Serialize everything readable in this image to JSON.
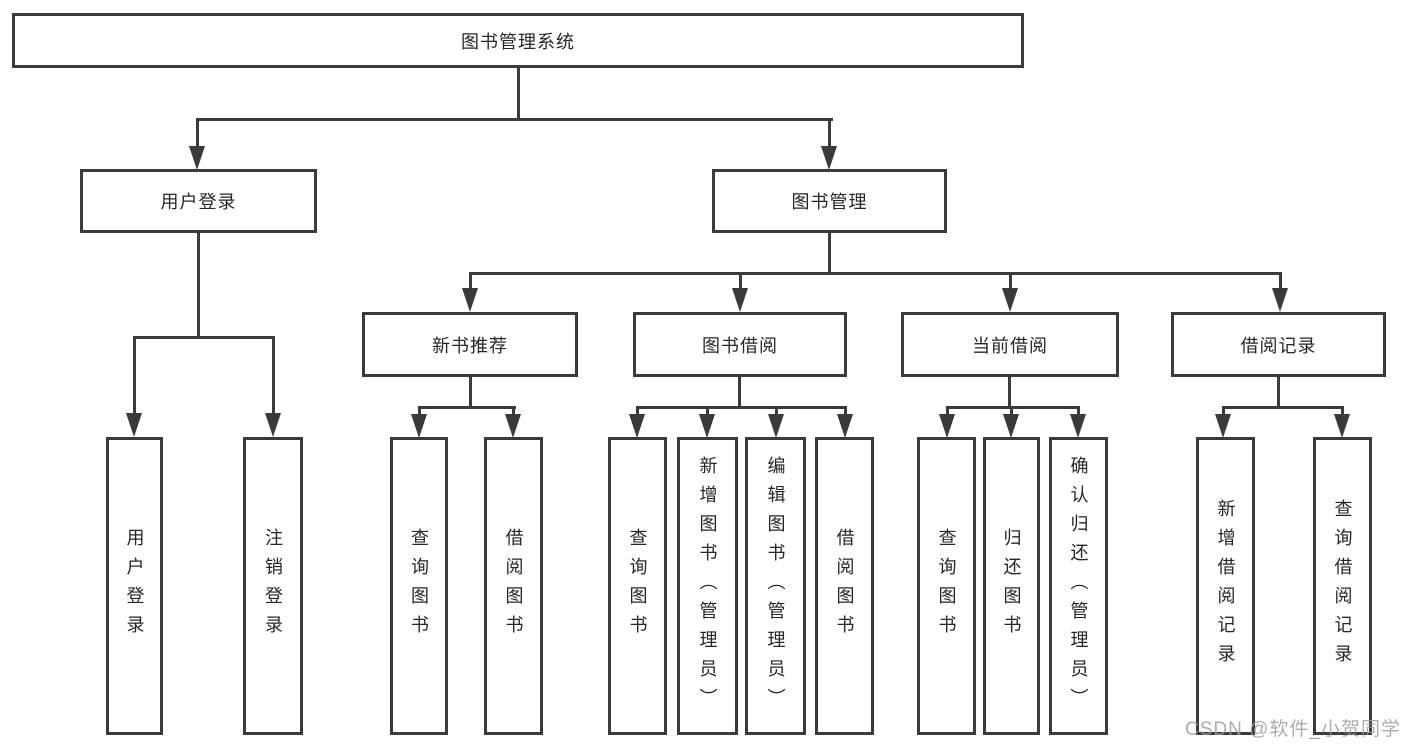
{
  "diagram": {
    "root": {
      "label": "图书管理系统"
    },
    "branches": [
      {
        "label": "用户登录",
        "leaves": [
          {
            "label": "用户登录"
          },
          {
            "label": "注销登录"
          }
        ]
      },
      {
        "label": "图书管理",
        "groups": [
          {
            "label": "新书推荐",
            "leaves": [
              {
                "label": "查询图书"
              },
              {
                "label": "借阅图书"
              }
            ]
          },
          {
            "label": "图书借阅",
            "leaves": [
              {
                "label": "查询图书"
              },
              {
                "label": "新增图书（管理员）"
              },
              {
                "label": "编辑图书（管理员）"
              },
              {
                "label": "借阅图书"
              }
            ]
          },
          {
            "label": "当前借阅",
            "leaves": [
              {
                "label": "查询图书"
              },
              {
                "label": "归还图书"
              },
              {
                "label": "确认归还（管理员）"
              }
            ]
          },
          {
            "label": "借阅记录",
            "leaves": [
              {
                "label": "新增借阅记录"
              },
              {
                "label": "查询借阅记录"
              }
            ]
          }
        ]
      }
    ]
  },
  "watermark": {
    "text": "CSDN @软件_小贺同学"
  },
  "colors": {
    "line": "#3a3a3a",
    "text": "#262626",
    "box_fill": "#ffffff",
    "watermark": "#9e9e9e"
  }
}
